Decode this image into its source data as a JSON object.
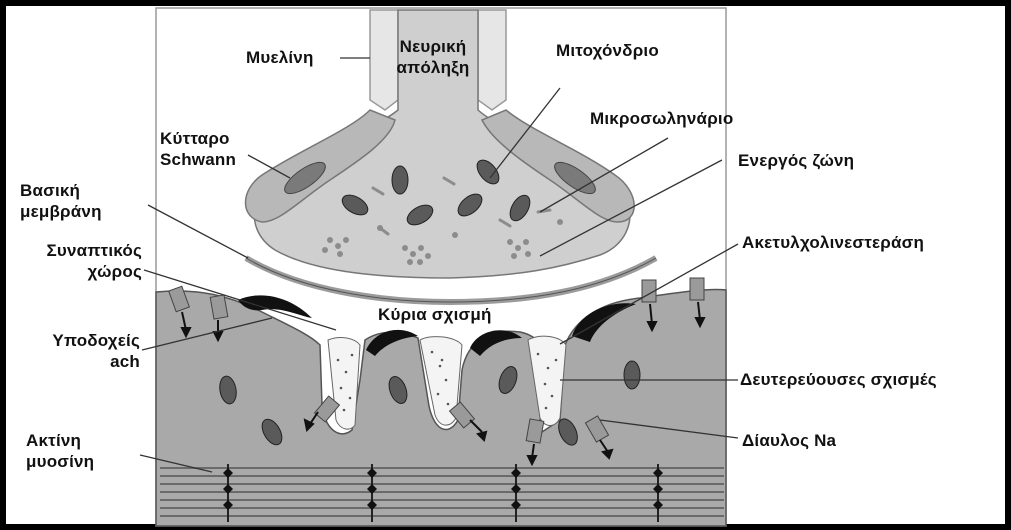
{
  "labels": {
    "myelin": "Μυελίνη",
    "nerve_ending_1": "Νευρική",
    "nerve_ending_2": "απόληξη",
    "mitochondrion": "Μιτοχόνδριο",
    "microtubule": "Μικροσωληνάριο",
    "schwann_1": "Κύτταρο",
    "schwann_2": "Schwann",
    "active_zone": "Ενεργός ζώνη",
    "basal_membrane_1": "Βασική",
    "basal_membrane_2": "μεμβράνη",
    "synaptic_space_1": "Συναπτικός",
    "synaptic_space_2": "χώρος",
    "acetylcholinesterase": "Ακετυλχολινεστεράση",
    "primary_cleft": "Κύρια σχισμή",
    "receptors_1": "Υποδοχείς",
    "receptors_2": "ach",
    "secondary_clefts": "Δευτερεύουσες σχισμές",
    "actin_myosin_1": "Ακτίνη",
    "actin_myosin_2": "μυοσίνη",
    "na_channel": "Δίαυλος Na"
  },
  "colors": {
    "background": "#ffffff",
    "frame": "#000000",
    "muscle": "#a9a9a9",
    "terminal": "#cfcfcf",
    "myelin": "#e6e6e6",
    "schwann": "#b8b8b8",
    "mitochondrion": "#5a5a5a",
    "vesicle": "#8c8c8c",
    "basal_membrane": "#9b9b9b",
    "receptor": "#111111",
    "cleft": "#f4f4f4"
  }
}
